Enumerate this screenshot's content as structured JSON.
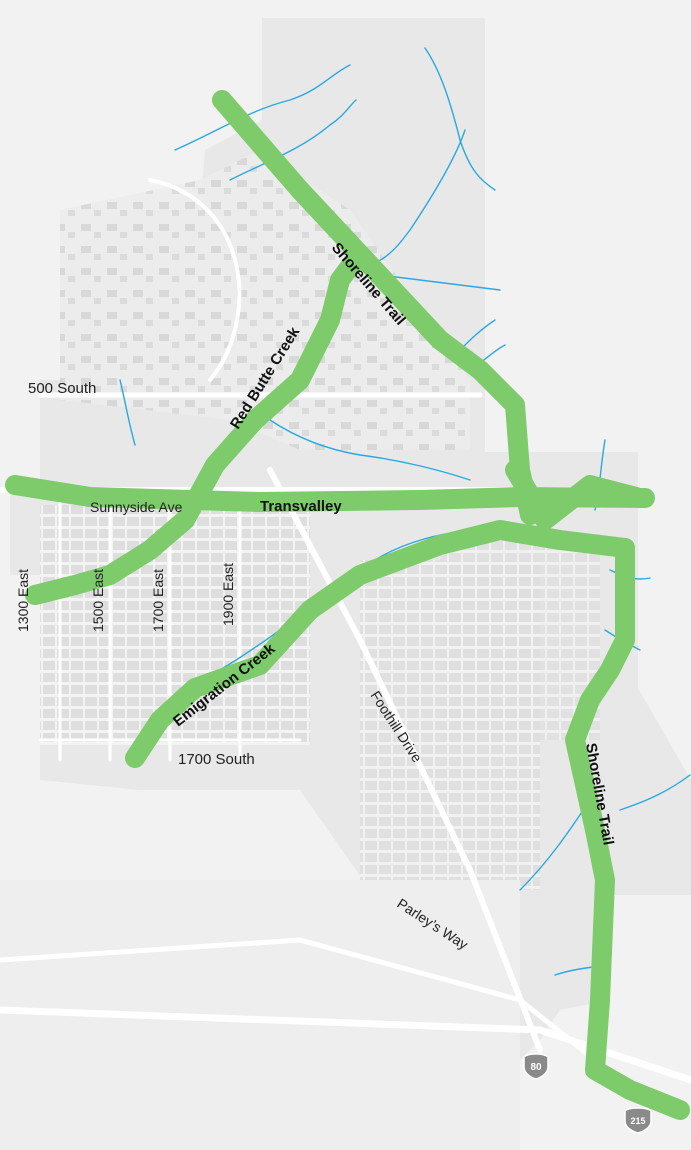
{
  "colors": {
    "background": "#ffffff",
    "land": "#f1f1f1",
    "study_area": "#e9e9e9",
    "blocks": "#dcdcdc",
    "roads": "#ffffff",
    "creeks": "#29a9e0",
    "trails": "#7dcb6a",
    "label": "#222222",
    "shield": "#8a8a8a"
  },
  "streets": {
    "s500": "500 South",
    "sunnyside": "Sunnyside Ave",
    "e1300": "1300 East",
    "e1500": "1500 East",
    "e1700": "1700 East",
    "e1900": "1900 East",
    "s1700": "1700 South",
    "foothill": "Foothill Drive",
    "parleys": "Parley’s Way"
  },
  "trails": {
    "shoreline_north": "Shoreline Trail",
    "shoreline_south": "Shoreline Trail",
    "red_butte": "Red Butte Creek",
    "transvalley": "Transvalley",
    "emigration": "Emigration Creek"
  },
  "shields": {
    "i80": "80",
    "i215": "215"
  }
}
